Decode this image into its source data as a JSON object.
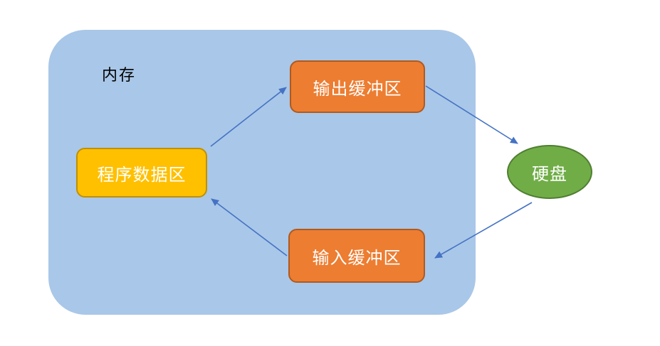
{
  "diagram": {
    "memory_label": "内存",
    "nodes": {
      "program_data": {
        "label": "程序数据区",
        "shape": "rounded-rect",
        "fill": "#FFC000",
        "border": "#BF9000"
      },
      "output_buffer": {
        "label": "输出缓冲区",
        "shape": "rounded-rect",
        "fill": "#ED7D31",
        "border": "#AE5A21"
      },
      "input_buffer": {
        "label": "输入缓冲区",
        "shape": "rounded-rect",
        "fill": "#ED7D31",
        "border": "#AE5A21"
      },
      "disk": {
        "label": "硬盘",
        "shape": "ellipse",
        "fill": "#70AD47",
        "border": "#507E32"
      }
    },
    "edges": [
      {
        "from": "program_data",
        "to": "output_buffer"
      },
      {
        "from": "output_buffer",
        "to": "disk"
      },
      {
        "from": "disk",
        "to": "input_buffer"
      },
      {
        "from": "input_buffer",
        "to": "program_data"
      }
    ],
    "colors": {
      "container_fill": "#A9C7E8",
      "arrow": "#4472C4",
      "node_text": "#FFFFFF",
      "memory_label_text": "#000000",
      "page_background": "#FFFFFF"
    }
  }
}
